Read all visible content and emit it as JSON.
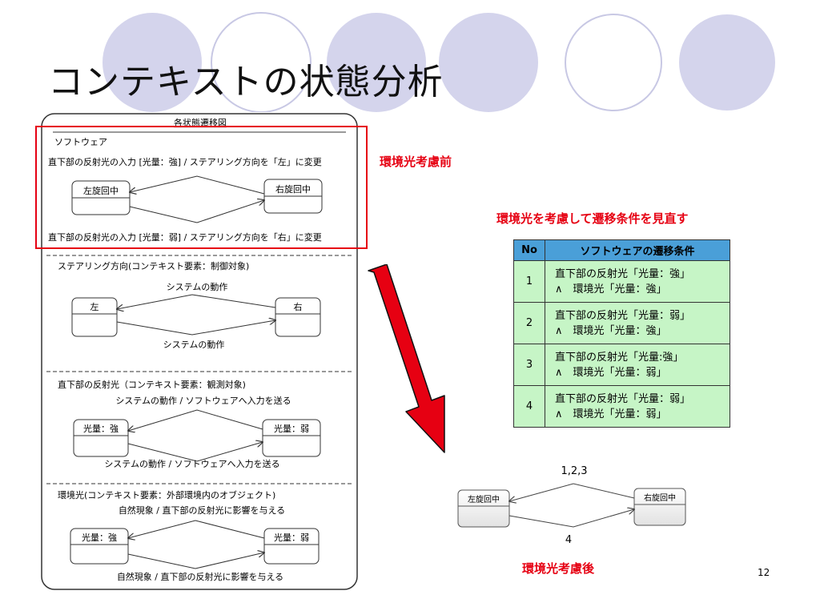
{
  "slide": {
    "title": "コンテキストの状態分析",
    "page_number": "12"
  },
  "left_diagram": {
    "header": "各状態遷移図",
    "software_section": {
      "label": "ソフトウェア",
      "transition_top": "直下部の反射光の入力 [光量：強] / ステアリング方向を「左」に変更",
      "transition_bottom": "直下部の反射光の入力 [光量：弱] / ステアリング方向を「右」に変更",
      "state_left": "左旋回中",
      "state_right": "右旋回中"
    },
    "steering_section": {
      "label": "ステアリング方向(コンテキスト要素：制御対象)",
      "transition_top": "システムの動作",
      "transition_bottom": "システムの動作",
      "state_left": "左",
      "state_right": "右"
    },
    "reflect_section": {
      "label": "直下部の反射光（コンテキスト要素：観測対象)",
      "transition_top": "システムの動作 / ソフトウェアへ入力を送る",
      "transition_bottom": "システムの動作 / ソフトウェアへ入力を送る",
      "state_left": "光量：強",
      "state_right": "光量：弱"
    },
    "env_section": {
      "label": "環境光(コンテキスト要素：外部環境内のオブジェクト)",
      "transition_top": "自然現象 / 直下部の反射光に影響を与える",
      "transition_bottom": "自然現象 / 直下部の反射光に影響を与える",
      "state_left": "光量：強",
      "state_right": "光量：弱"
    }
  },
  "labels": {
    "before": "環境光考慮前",
    "review": "環境光を考慮して遷移条件を見直す",
    "after": "環境光考慮後"
  },
  "condition_table": {
    "headers": [
      "No",
      "ソフトウェアの遷移条件"
    ],
    "rows": [
      {
        "no": "1",
        "line1": "直下部の反射光「光量：強」",
        "line2": "∧　環境光「光量：強」"
      },
      {
        "no": "2",
        "line1": "直下部の反射光「光量：弱」",
        "line2": "∧　環境光「光量：強」"
      },
      {
        "no": "3",
        "line1": "直下部の反射光「光量:強」",
        "line2": "∧　環境光「光量：弱」"
      },
      {
        "no": "4",
        "line1": "直下部の反射光「光量：弱」",
        "line2": "∧　環境光「光量：弱」"
      }
    ]
  },
  "after_diagram": {
    "state_left": "左旋回中",
    "state_right": "右旋回中",
    "transition_top": "1,2,3",
    "transition_bottom": "4"
  },
  "colors": {
    "circle_fill": "#d4d4ec",
    "circle_stroke": "#c8c8e4",
    "accent_red": "#e60012",
    "table_header": "#4a9fd8",
    "table_cell": "#c6f5c6"
  }
}
